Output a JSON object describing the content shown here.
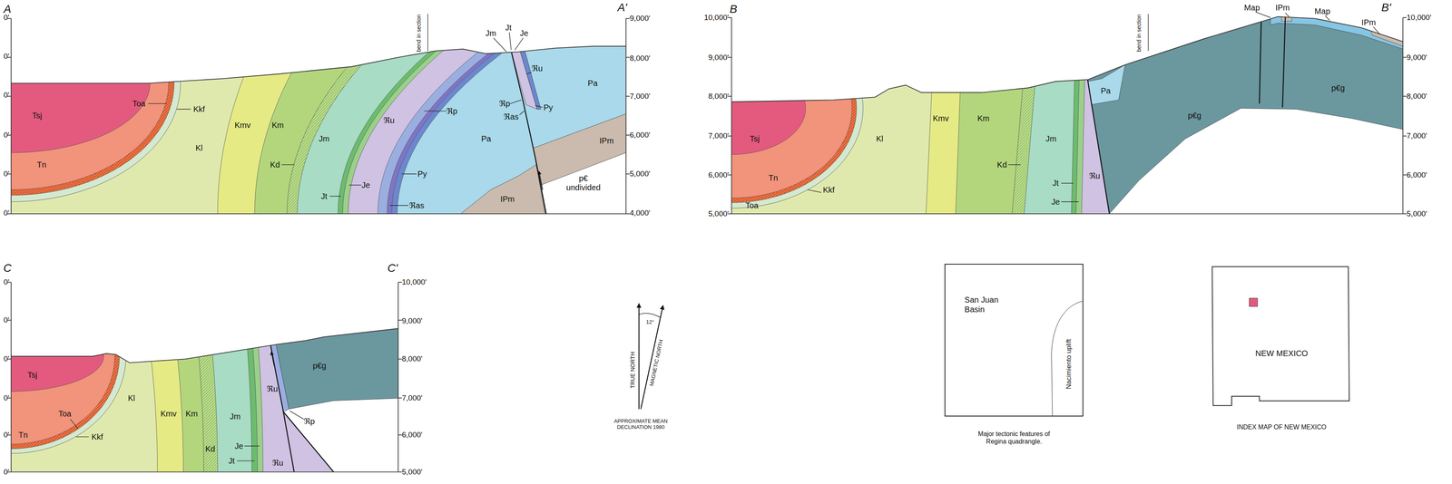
{
  "diagram": {
    "nodes": [
      {
        "text": [
          "San Juan Basin",
          "Major tectonic features of Regina quadrangle."
        ]
      },
      {
        "text": [
          "Nacimiento uplift"
        ],
        "in": 0
      },
      {
        "text": [
          "NEW MEXICO",
          "INDEX MAP OF NEW MEXICO"
        ]
      }
    ],
    "labels": [
      "A",
      "A'",
      "bend in section",
      "0'",
      "0'",
      "0'",
      "0'",
      "0'",
      "0'",
      "9,000'",
      "8,000'",
      "7,000'",
      "6,000'",
      "5,000'",
      "4,000'",
      "Tsj",
      "Tn",
      "Toa",
      "Kkf",
      "Kl",
      "Kmv",
      "Km",
      "Kd",
      "Jm",
      "Jt",
      "Je",
      "ℜu",
      "ℜp",
      "Py",
      "ℜas",
      "Pa",
      "IPm",
      "Jm",
      "Jt",
      "Je",
      "ℜu",
      "ℜp",
      "ℜas",
      "Py",
      "Pa",
      "IPm",
      "p€ undivided",
      "B",
      "B'",
      "bend in section",
      "10,000'",
      "9,000'",
      "8,000'",
      "7,000'",
      "6,000'",
      "5,000'",
      "10,000'",
      "9,000'",
      "8,000'",
      "7,000'",
      "6,000'",
      "5,000'",
      "Tsj",
      "Tn",
      "Toa",
      "Kkf",
      "Kl",
      "Kmv",
      "Km",
      "Kd",
      "Jm",
      "Jt",
      "ℜu",
      "Je",
      "Pa",
      "p€g",
      "p€g",
      "Map",
      "IPm",
      "Map",
      "IPm",
      "C",
      "C'",
      "0'",
      "0'",
      "0'",
      "0'",
      "0'",
      "0'",
      "10,000'",
      "9,000'",
      "8,000'",
      "7,000'",
      "6,000'",
      "5,000'",
      "Tsj",
      "Toa",
      "Tn",
      "Kkf",
      "Kl",
      "Kmv",
      "Km",
      "Kd",
      "Jm",
      "Je",
      "Jt",
      "ℜu",
      "ℜu",
      "ℜp",
      "p€g",
      "TRUE NORTH",
      "MAGNETIC NORTH",
      "12°",
      "APPROXIMATE MEAN DECLINATION 1980"
    ]
  }
}
